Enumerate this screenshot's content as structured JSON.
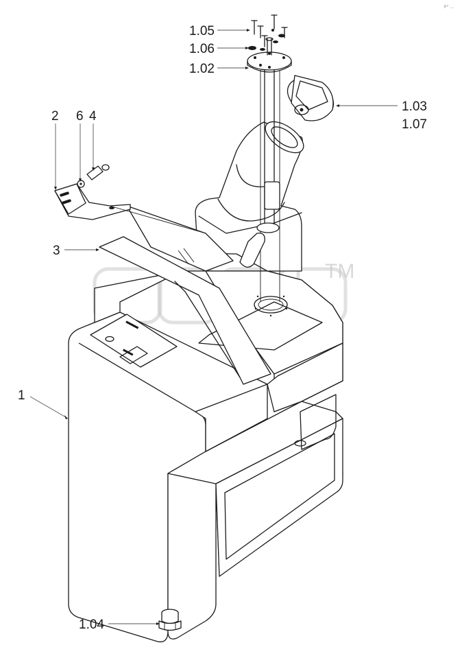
{
  "callouts": {
    "c105": "1.05",
    "c106": "1.06",
    "c102": "1.02",
    "c103": "1.03",
    "c107": "1.07",
    "c2": "2",
    "c6": "6",
    "c4": "4",
    "c3": "3",
    "c1": "1",
    "c104": "1.04"
  },
  "watermark": {
    "trademark": "TM"
  },
  "corner_mark": "F° ..."
}
